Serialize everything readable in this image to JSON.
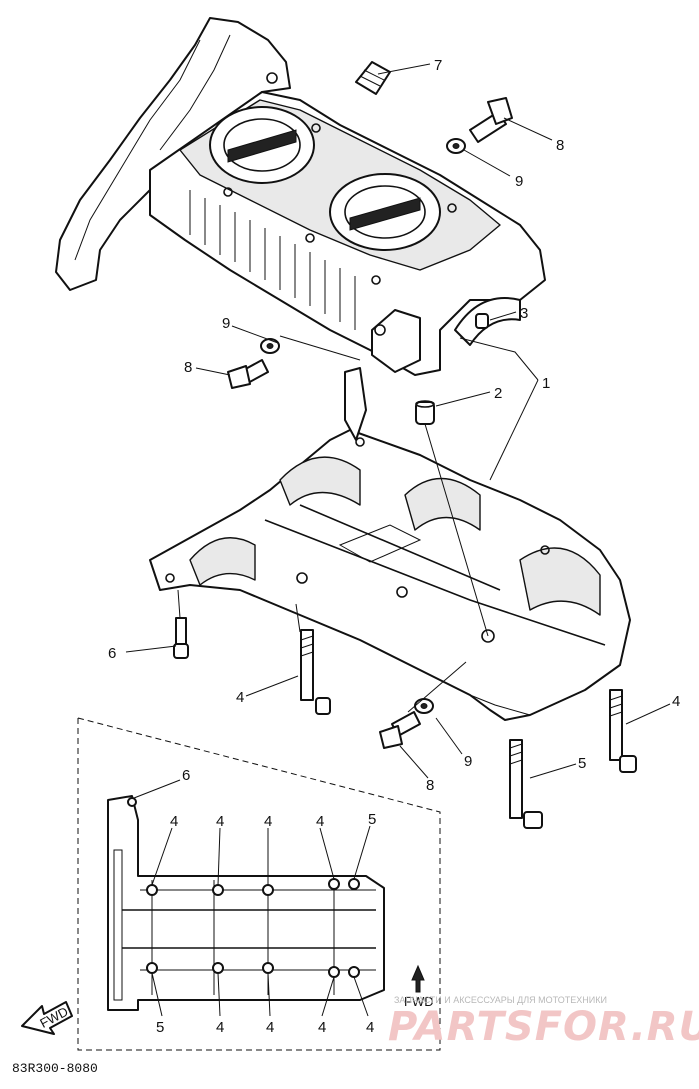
{
  "diagram_code": "83R300-8080",
  "fwd_label": "FWD",
  "fwd_arrow_label": "FWD",
  "callouts": {
    "c1": "1",
    "c2": "2",
    "c3": "3",
    "c4a": "4",
    "c4b": "4",
    "c5": "5",
    "c6": "6",
    "c7": "7",
    "c8a": "8",
    "c8b": "8",
    "c8c": "8",
    "c9a": "9",
    "c9b": "9",
    "c9c": "9"
  },
  "inset_callouts": {
    "i6": "6",
    "i4a": "4",
    "i4b": "4",
    "i4c": "4",
    "i4d": "4",
    "i5a": "5",
    "i5b": "5",
    "i4e": "4",
    "i4f": "4",
    "i4g": "4",
    "i4h": "4"
  },
  "watermark": {
    "tagline": "ЗАПЧАСТИ И АКСЕССУАРЫ ДЛЯ МОТОТЕХНИКИ",
    "brand": "PARTSFOR.RU"
  }
}
